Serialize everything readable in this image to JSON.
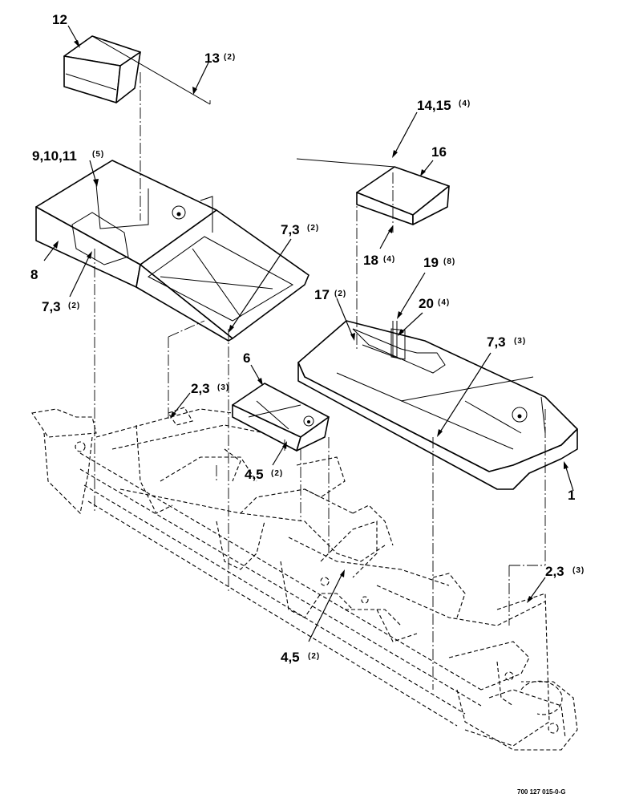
{
  "diagram": {
    "callouts": [
      {
        "id": "c12",
        "text": "12",
        "qty": ""
      },
      {
        "id": "c13",
        "text": "13",
        "qty": "(2)"
      },
      {
        "id": "c9_10_11",
        "text": "9,10,11",
        "qty": "(5)"
      },
      {
        "id": "c8",
        "text": "8",
        "qty": ""
      },
      {
        "id": "c7_3_a",
        "text": "7,3",
        "qty": "(2)"
      },
      {
        "id": "c7_3_b",
        "text": "7,3",
        "qty": "(2)"
      },
      {
        "id": "c14_15",
        "text": "14,15",
        "qty": "(4)"
      },
      {
        "id": "c16",
        "text": "16",
        "qty": ""
      },
      {
        "id": "c18",
        "text": "18",
        "qty": "(4)"
      },
      {
        "id": "c19",
        "text": "19",
        "qty": "(8)"
      },
      {
        "id": "c17",
        "text": "17",
        "qty": "(2)"
      },
      {
        "id": "c20",
        "text": "20",
        "qty": "(4)"
      },
      {
        "id": "c7_3_c",
        "text": "7,3",
        "qty": "(3)"
      },
      {
        "id": "c6",
        "text": "6",
        "qty": ""
      },
      {
        "id": "c2_3_a",
        "text": "2,3",
        "qty": "(3)"
      },
      {
        "id": "c4_5_a",
        "text": "4,5",
        "qty": "(2)"
      },
      {
        "id": "c1",
        "text": "1",
        "qty": ""
      },
      {
        "id": "c2_3_b",
        "text": "2,3",
        "qty": "(3)"
      },
      {
        "id": "c4_5_b",
        "text": "4,5",
        "qty": "(2)"
      }
    ],
    "drawing_number": "700 127 015-0-G"
  }
}
